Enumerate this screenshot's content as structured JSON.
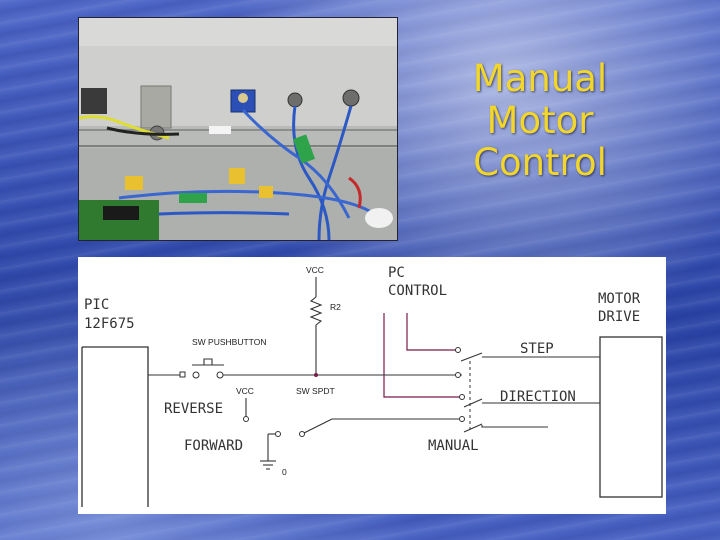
{
  "slide": {
    "title_lines": [
      "Manual",
      "Motor",
      "Control"
    ],
    "title_color": "#f2d62a"
  },
  "photo": {
    "icon": "wiring-photo"
  },
  "schematic": {
    "pic_label_1": "PIC",
    "pic_label_2": "12F675",
    "pc_label_1": "PC",
    "pc_label_2": "CONTROL",
    "motor_label_1": "MOTOR",
    "motor_label_2": "DRIVE",
    "vcc_top": "VCC",
    "r2": "R2",
    "sw_pushbutton": "SW PUSHBUTTON",
    "vcc_mid": "VCC",
    "sw_spdt": "SW SPDT",
    "reverse": "REVERSE",
    "forward": "FORWARD",
    "step": "STEP",
    "direction": "DIRECTION",
    "manual": "MANUAL",
    "ground_val": "0"
  }
}
